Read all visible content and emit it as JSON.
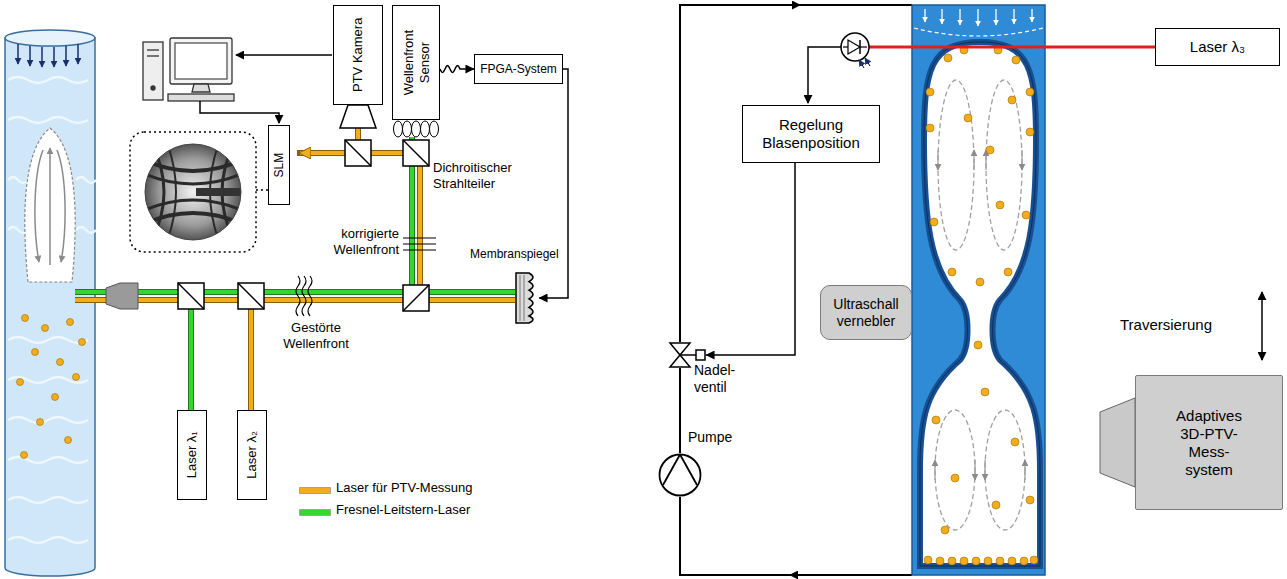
{
  "diagram": {
    "nodes": [
      {
        "text": [
          "PTV Kamera"
        ]
      },
      {
        "text": [
          "Wellenfront Sensor"
        ]
      },
      {
        "text": [
          "FPGA-System"
        ]
      },
      {
        "text": [
          "SLM"
        ]
      },
      {
        "text": [
          "Membranspiegel"
        ]
      },
      {
        "text": [
          "Laser λ₁"
        ]
      },
      {
        "text": [
          "Laser λ₂"
        ]
      },
      {
        "text": [
          "Laser λ₃"
        ]
      },
      {
        "text": [
          "Regelung Blasenposition"
        ]
      },
      {
        "text": [
          "Nadel- ventil"
        ]
      },
      {
        "text": [
          "Ultraschall vernebler"
        ]
      },
      {
        "text": [
          "Pumpe"
        ]
      },
      {
        "text": [
          "Adaptives 3D-PTV- Mess- system"
        ]
      }
    ],
    "edges": [
      {
        "from": 1,
        "to": 2,
        "arrow": "to"
      },
      {
        "from": 2,
        "to": 4,
        "arrow": "to"
      },
      {
        "from": 8,
        "to": 9,
        "arrow": "to"
      }
    ],
    "labels": [
      "Dichroitischer Strahlteiler",
      "korrigierte Wellenfront",
      "Gestörte Wellenfront",
      "Traversierung"
    ],
    "legend": [
      {
        "text": "Laser für PTV-Messung",
        "color": "#f2ac1c"
      },
      {
        "text": "Fresnel-Leitstern-Laser",
        "color": "#33d633"
      }
    ]
  }
}
